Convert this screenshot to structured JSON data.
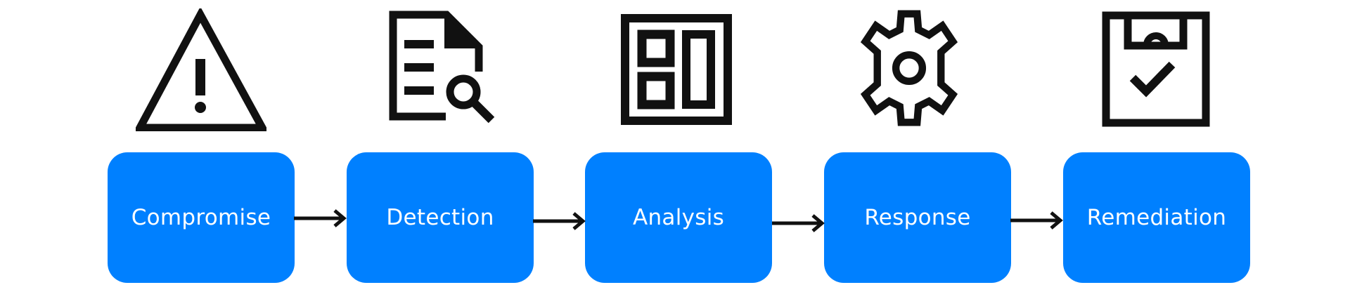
{
  "colors": {
    "box_fill": "#0080ff",
    "box_text": "#ffffff",
    "line": "#111111",
    "background": "#ffffff"
  },
  "steps": [
    {
      "label": "Compromise",
      "icon": "warning-triangle-icon"
    },
    {
      "label": "Detection",
      "icon": "document-search-icon"
    },
    {
      "label": "Analysis",
      "icon": "dashboard-panel-icon"
    },
    {
      "label": "Response",
      "icon": "gear-icon"
    },
    {
      "label": "Remediation",
      "icon": "clipboard-check-icon"
    }
  ]
}
